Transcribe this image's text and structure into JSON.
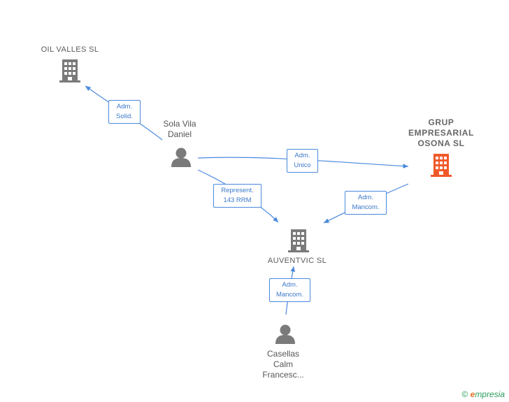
{
  "nodes": {
    "oil_valles": {
      "name": "OIL VALLES  SL",
      "type": "company"
    },
    "grup_empresarial": {
      "name_lines": [
        "GRUP",
        "EMPRESARIAL",
        "OSONA  SL"
      ],
      "type": "company",
      "color": "#f0592a"
    },
    "auventvic": {
      "name": "AUVENTVIC  SL",
      "type": "company"
    },
    "sola_vila": {
      "name_lines": [
        "Sola Vila",
        "Daniel"
      ],
      "type": "person"
    },
    "casellas": {
      "name_lines": [
        "Casellas",
        "Calm",
        "Francesc..."
      ],
      "type": "person"
    }
  },
  "edges": {
    "sola_to_oil": {
      "label_lines": [
        "Adm.",
        "Solid."
      ]
    },
    "sola_to_grup": {
      "label_lines": [
        "Adm.",
        "Unico"
      ]
    },
    "sola_to_auventvic": {
      "label_lines": [
        "Represent.",
        "143 RRM"
      ]
    },
    "grup_to_auventvic": {
      "label_lines": [
        "Adm.",
        "Mancom."
      ]
    },
    "casellas_to_auventvic": {
      "label_lines": [
        "Adm.",
        "Mancom."
      ]
    }
  },
  "colors": {
    "edge": "#4a89dc",
    "company_icon": "#7a7a7a",
    "highlight_icon": "#f0592a",
    "person_icon": "#7a7a7a"
  },
  "footer": {
    "copyright": "©",
    "brand_initial": "e",
    "brand_rest": "mpresia"
  }
}
